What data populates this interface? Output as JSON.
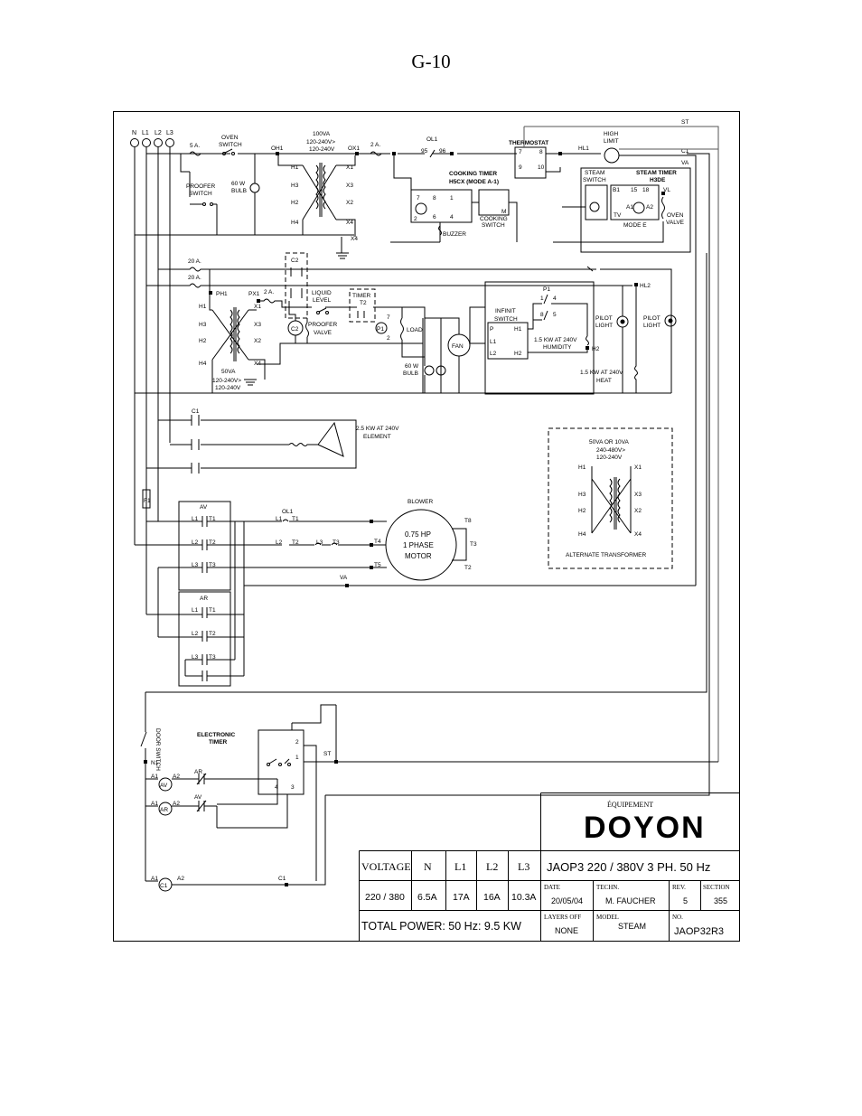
{
  "page": {
    "title": "G-10"
  },
  "bus": {
    "n": "N",
    "l1": "L1",
    "l2": "L2",
    "l3": "L3"
  },
  "top": {
    "st": "ST",
    "c1": "C1",
    "va": "VA",
    "fuse_5a": "5 A.",
    "oven_switch": [
      "OVEN",
      "SWITCH"
    ],
    "oh1": "OH1",
    "xfmr_100va": [
      "100VA",
      "120-240V>",
      "120-240V"
    ],
    "ox1": "OX1",
    "fuse_2a": "2 A.",
    "ol1": "OL1",
    "ol1_a": "95",
    "ol1_b": "96",
    "thermostat": "THERMOSTAT",
    "thermo_7": "7",
    "thermo_8": "8",
    "thermo_9": "9",
    "thermo_10": "10",
    "hl1": "HL1",
    "high_limit": [
      "HIGH",
      "LIMIT"
    ],
    "steam_switch": [
      "STEAM",
      "SWITCH"
    ],
    "steam_timer": [
      "STEAM TIMER",
      "H3DE"
    ],
    "st_b1": "B1",
    "st_15": "15",
    "st_18": "18",
    "st_vl": "VL",
    "st_a1": "A1",
    "st_a2": "A2",
    "st_tv": "TV",
    "mode_e": "MODE E",
    "oven_valve": [
      "OVEN",
      "VALVE"
    ],
    "proofer_switch": [
      "PROOFER",
      "SWITCH"
    ],
    "bulb_60w": [
      "60 W",
      "BULB"
    ],
    "h1": "H1",
    "h2": "H2",
    "h3": "H3",
    "h4": "H4",
    "x1": "X1",
    "x2": "X2",
    "x3": "X3",
    "x4": "X4",
    "cooking_timer": [
      "COOKING TIMER",
      "H5CX (MODE A-1)"
    ],
    "ct_7": "7",
    "ct_8": "8",
    "ct_1": "1",
    "ct_2": "2",
    "ct_6": "6",
    "ct_4": "4",
    "ct_m": "M",
    "cooking_switch": [
      "COOKING",
      "SWITCH"
    ],
    "buzzer": "BUZZER"
  },
  "middle": {
    "fuse_20a_1": "20 A.",
    "fuse_20a_2": "20 A.",
    "c2_top": "C2",
    "hl2": "HL2",
    "ph1": "PH1",
    "px1": "PX1",
    "fuse_2a": "2 A.",
    "liquid_level": [
      "LIQUID",
      "LEVEL"
    ],
    "timer_t2": [
      "TIMER",
      "T2"
    ],
    "proofer_valve": [
      "PROOFER",
      "VALVE"
    ],
    "c2": "C2",
    "p1": "P1",
    "p1_7": "7",
    "p1_2": "2",
    "load": "LOAD",
    "xfmr_50va": [
      "50VA",
      "120-240V>",
      "120-240V"
    ],
    "bulb_60w": [
      "60 W",
      "BULB"
    ],
    "fan": "FAN",
    "infinit_switch": [
      "INFINIT",
      "SWITCH"
    ],
    "inf_p": "P",
    "inf_h1": "H1",
    "inf_l1": "L1",
    "inf_l2": "L2",
    "inf_h2": "H2",
    "inf_p1": "P1",
    "inf_1": "1",
    "inf_4": "4",
    "inf_8": "8",
    "inf_5": "5",
    "humidity": [
      "1.5 KW AT 240V",
      "HUMIDITY"
    ],
    "h2_label": "H2",
    "pilot_light_1": [
      "PILOT",
      "LIGHT"
    ],
    "pilot_light_2": [
      "PILOT",
      "LIGHT"
    ],
    "heat": [
      "1.5 KW AT 240V",
      "HEAT"
    ],
    "h1": "H1",
    "h2": "H2",
    "h3": "H3",
    "h4": "H4",
    "x1": "X1",
    "x2": "X2",
    "x3": "X3",
    "x4": "X4"
  },
  "element": {
    "c1": "C1",
    "label": [
      "2.5 KW AT 240V",
      "ELEMENT"
    ]
  },
  "alt_xfmr": {
    "label": [
      "50VA OR 10VA",
      "240-480V>",
      "120-240V"
    ],
    "title": "ALTERNATE TRANSFORMER",
    "h1": "H1",
    "h2": "H2",
    "h3": "H3",
    "h4": "H4",
    "x1": "X1",
    "x2": "X2",
    "x3": "X3",
    "x4": "X4"
  },
  "motor": {
    "f1": "F1",
    "av": "AV",
    "ar": "AR",
    "l1": "L1",
    "l2": "L2",
    "l3": "L3",
    "t1": "T1",
    "t2": "T2",
    "t3": "T3",
    "ol1": "OL1",
    "blower": "BLOWER",
    "va": "VA",
    "t4": "T4",
    "t5": "T5",
    "t8": "T8",
    "motor_label": [
      "0.75 HP",
      "1 PHASE",
      "MOTOR"
    ]
  },
  "controls": {
    "door_switch": "DOOR SWITCH",
    "n1": "N1",
    "electronic_timer": [
      "ELECTRONIC",
      "TIMER"
    ],
    "et_1": "1",
    "et_2": "2",
    "et_3": "3",
    "et_4": "4",
    "st": "ST",
    "a1": "A1",
    "a2": "A2",
    "av": "AV",
    "ar": "AR",
    "c1": "C1"
  },
  "title_block": {
    "brand_top": "ÉQUIPEMENT",
    "brand": "DOYON",
    "voltage_header": "VOLTAGE",
    "n_header": "N",
    "l1_header": "L1",
    "l2_header": "L2",
    "l3_header": "L3",
    "model_name": "JAOP3 220 / 380V 3 PH. 50 Hz",
    "voltage": "220 / 380",
    "n_amps": "6.5A",
    "l1_amps": "17A",
    "l2_amps": "16A",
    "l3_amps": "10.3A",
    "date_label": "DATE",
    "date": "20/05/04",
    "techn_label": "TECHN.",
    "techn": "M. FAUCHER",
    "rev_label": "REV.",
    "rev": "5",
    "section_label": "SECTION",
    "section": "355",
    "total_power": "TOTAL POWER: 50   Hz: 9.5 KW",
    "layers_label": "LAYERS  OFF",
    "layers": "NONE",
    "model_label": "MODEL",
    "model": "STEAM",
    "no_label": "NO.",
    "no": "JAOP32R3"
  }
}
